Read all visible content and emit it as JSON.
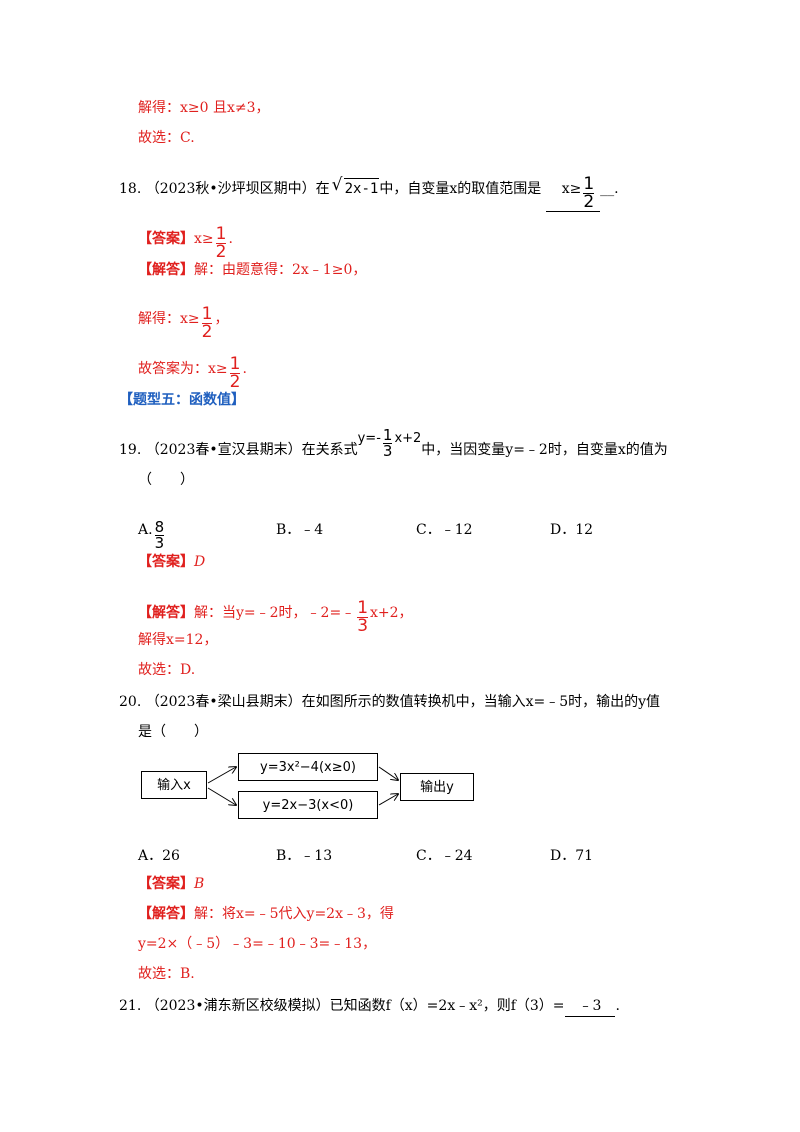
{
  "q17_tail": {
    "solve": "解得：x≥0 且x≠3，",
    "choose": "故选：C."
  },
  "q18": {
    "num": "18.",
    "source": "（2023秋•沙坪坝区期中）在",
    "radicand": "2x-1",
    "text_mid": "中，自变量x的取值范围是",
    "blank_x": "x≥",
    "frac_num": "1",
    "frac_den": "2",
    "end": "__.",
    "answer_tag": "【答案】",
    "answer_x": "x≥",
    "answer_end": ".",
    "analysis_tag": "【解答】",
    "analysis": "解：由题意得：2x﹣1≥0，",
    "solve_x": "解得：x≥",
    "solve_end": "，",
    "final_x": "故答案为：x≥",
    "final_end": "."
  },
  "section": "【题型五：函数值】",
  "q19": {
    "num": "19.",
    "source": "（2023春•宣汉县期末）在关系式",
    "eq_left": "y=-",
    "eq_num": "1",
    "eq_den": "3",
    "eq_right": "x+2",
    "text": "中，当因变量y=﹣2时，自变量x的值为",
    "paren": "（　　）",
    "options": {
      "a_label": "A.",
      "a_num": "8",
      "a_den": "3",
      "b": "B．﹣4",
      "c": "C．﹣12",
      "d": "D．12"
    },
    "answer_tag": "【答案】",
    "answer": "D",
    "analysis_tag": "【解答】",
    "analysis_pre": "解：当y=﹣2时，﹣2=﹣",
    "analysis_num": "1",
    "analysis_den": "3",
    "analysis_post": "x+2，",
    "solve": "解得x=12，",
    "choose": "故选：D."
  },
  "q20": {
    "num": "20.",
    "text": "（2023春•梁山县期末）在如图所示的数值转换机中，当输入x=﹣5时，输出的y值",
    "text2": "是（　　）",
    "diagram": {
      "input": "输入x",
      "top": "y=3x²−4(x≥0)",
      "bottom": "y=2x−3(x<0)",
      "output": "输出y"
    },
    "options": {
      "a": "A．26",
      "b": "B．﹣13",
      "c": "C．﹣24",
      "d": "D．71"
    },
    "answer_tag": "【答案】",
    "answer": "B",
    "analysis_tag": "【解答】",
    "analysis": "解：将x=﹣5代入y=2x﹣3，得",
    "calc": "y=2×（﹣5）﹣3=﹣10﹣3=﹣13，",
    "choose": "故选：B."
  },
  "q21": {
    "num": "21.",
    "text": "（2023•浦东新区校级模拟）已知函数f（x）=2x﹣x²，则f（3）=",
    "blank": "﹣3",
    "end": "."
  }
}
